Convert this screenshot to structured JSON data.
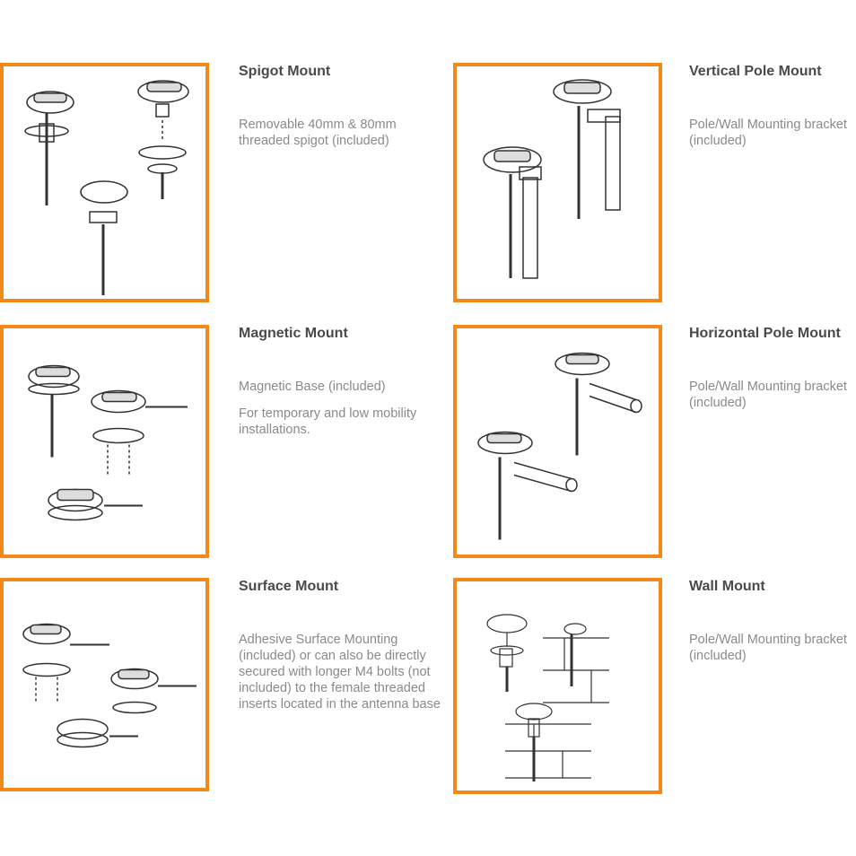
{
  "mounts": [
    {
      "title": "Spigot Mount",
      "paragraphs": [
        "Removable 40mm & 80mm threaded spigot (included)"
      ],
      "icon": "spigot-mount-illustration"
    },
    {
      "title": "Vertical Pole Mount",
      "paragraphs": [
        "Pole/Wall Mounting bracket (included)"
      ],
      "icon": "vertical-pole-mount-illustration"
    },
    {
      "title": "Magnetic Mount",
      "paragraphs": [
        "Magnetic Base (included)",
        "For temporary and low mobility installations."
      ],
      "icon": "magnetic-mount-illustration"
    },
    {
      "title": "Horizontal Pole Mount",
      "paragraphs": [
        "Pole/Wall Mounting bracket (included)"
      ],
      "icon": "horizontal-pole-mount-illustration"
    },
    {
      "title": "Surface Mount",
      "paragraphs": [
        "Adhesive Surface Mounting (included) or can also be directly secured with longer M4 bolts (not included) to the female threaded inserts located in the antenna base"
      ],
      "icon": "surface-mount-illustration"
    },
    {
      "title": "Wall Mount",
      "paragraphs": [
        "Pole/Wall Mounting bracket (included)"
      ],
      "icon": "wall-mount-illustration"
    }
  ],
  "colors": {
    "frame": "#f28a1a",
    "title": "#4a4a4a",
    "body": "#8a8a8a"
  }
}
